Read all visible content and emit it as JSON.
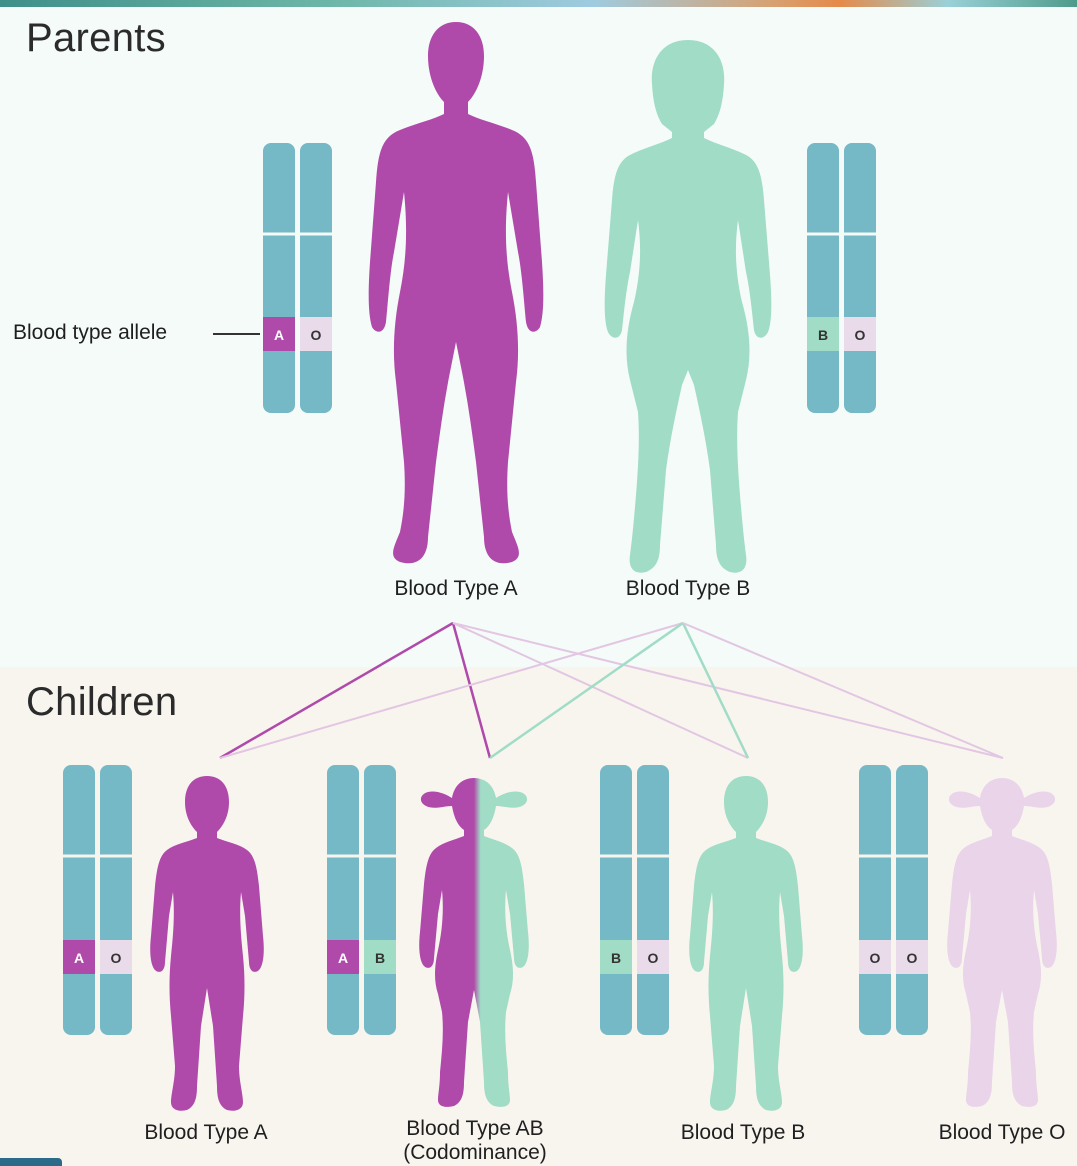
{
  "parents_title": "Parents",
  "children_title": "Children",
  "allele_label": "Blood type allele",
  "parents": [
    {
      "caption": "Blood Type A",
      "alleles": [
        "A",
        "O"
      ]
    },
    {
      "caption": "Blood Type B",
      "alleles": [
        "B",
        "O"
      ]
    }
  ],
  "children": [
    {
      "caption": "Blood Type A",
      "alleles": [
        "A",
        "O"
      ]
    },
    {
      "caption_line1": "Blood Type AB",
      "caption_line2": "(Codominance)",
      "alleles": [
        "A",
        "B"
      ]
    },
    {
      "caption": "Blood Type B",
      "alleles": [
        "B",
        "O"
      ]
    },
    {
      "caption": "Blood Type O",
      "alleles": [
        "O",
        "O"
      ]
    }
  ],
  "colors": {
    "type_a": "#b04aaa",
    "type_b": "#a0dcc6",
    "type_o": "#e9d4e9",
    "chromosome": "#75b8c6",
    "allele_o_chip": "#eadbea"
  }
}
